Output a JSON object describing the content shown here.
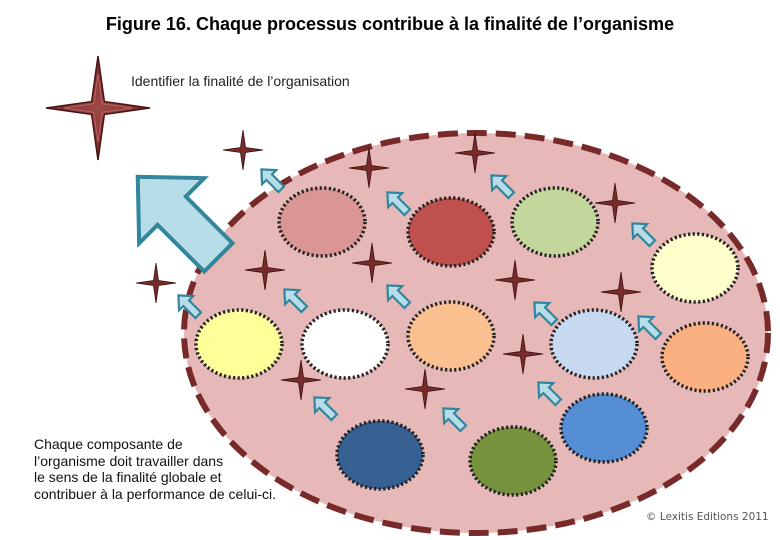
{
  "figure": {
    "title": "Figure 16. Chaque processus contribue à la finalité de l’organisme"
  },
  "goal": {
    "label": "Identifier la finalité de l’organisation"
  },
  "caption": {
    "lines": [
      "Chaque composante de",
      "l’organisme doit travailler dans",
      "le sens de la finalité globale et",
      "contribuer à la performance de celui-ci."
    ]
  },
  "copyright": "© Lexitis Editions 2011",
  "colors": {
    "organism_fill": "#e6b9b8",
    "organism_border": "#782a2a",
    "star": "#772b2b",
    "arrow_fill": "#b7dde8",
    "arrow_border": "#31859c",
    "process_colors": [
      "#d99694",
      "#c0504d",
      "#c3d69b",
      "#ffffcc",
      "#ffff99",
      "#ffffff",
      "#fac090",
      "#c6d9f1",
      "#fab080",
      "#366092",
      "#76923c",
      "#558ed5"
    ]
  },
  "processes": [
    {
      "name": "process-rose",
      "color": "#d99694"
    },
    {
      "name": "process-red",
      "color": "#c0504d"
    },
    {
      "name": "process-light-green",
      "color": "#c3d69b"
    },
    {
      "name": "process-cream",
      "color": "#ffffcc"
    },
    {
      "name": "process-yellow",
      "color": "#ffff99"
    },
    {
      "name": "process-white",
      "color": "#ffffff"
    },
    {
      "name": "process-peach",
      "color": "#fac090"
    },
    {
      "name": "process-light-blue",
      "color": "#c6d9f1"
    },
    {
      "name": "process-orange",
      "color": "#fab080"
    },
    {
      "name": "process-navy",
      "color": "#366092"
    },
    {
      "name": "process-olive",
      "color": "#76923c"
    },
    {
      "name": "process-blue",
      "color": "#558ed5"
    }
  ]
}
